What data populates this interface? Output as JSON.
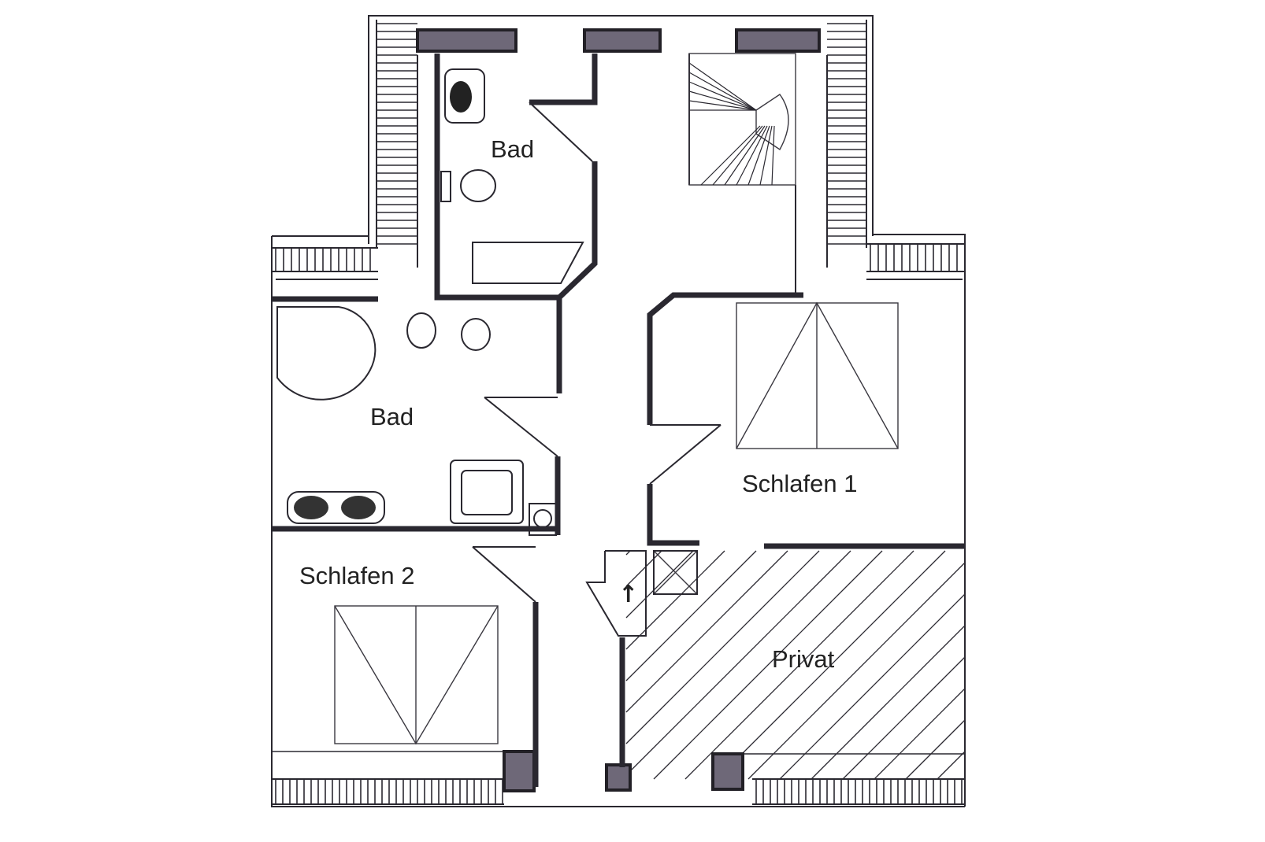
{
  "plan": {
    "rooms": {
      "bath_upper": "Bad",
      "bath_lower": "Bad",
      "bedroom_1": "Schlafen 1",
      "bedroom_2": "Schlafen 2",
      "private": "Privat"
    },
    "colors": {
      "wall": "#2a2830",
      "chimney_fill": "#6e6878",
      "background": "#ffffff"
    }
  }
}
